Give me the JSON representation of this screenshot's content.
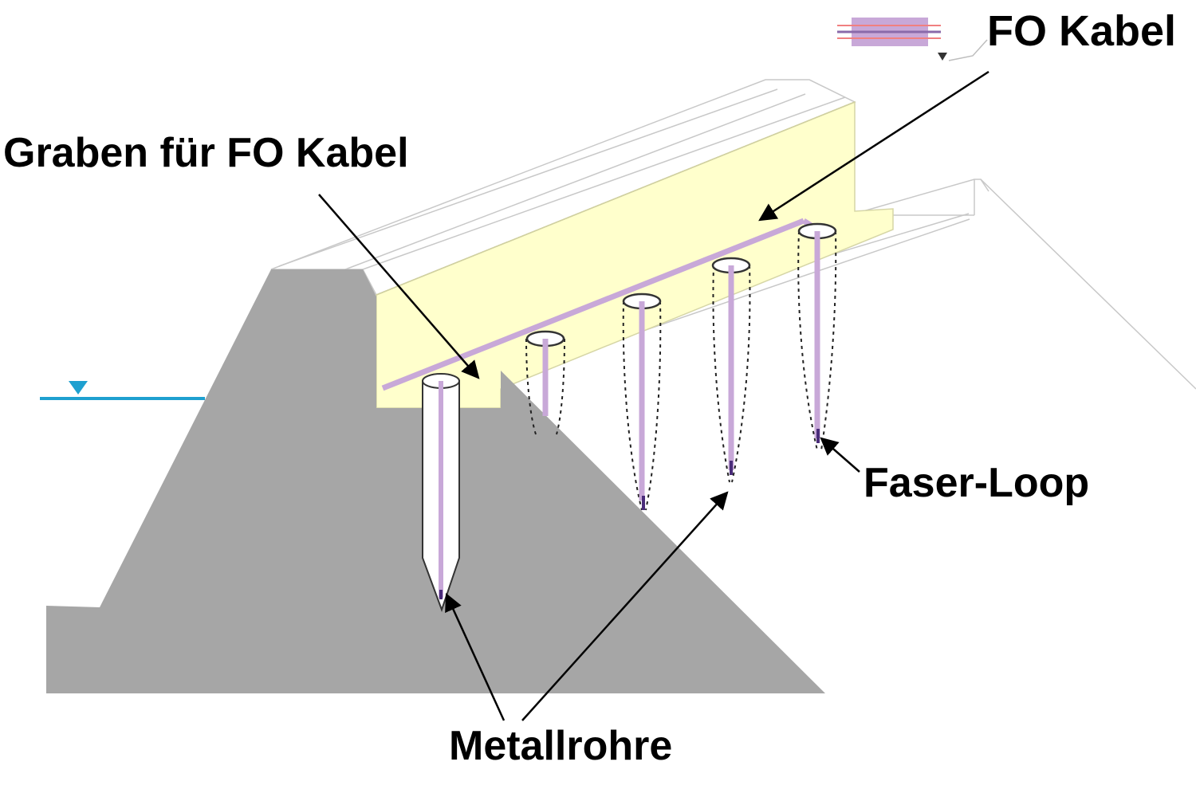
{
  "labels": {
    "fo_cable": "FO Kabel",
    "trench": "Graben für FO Kabel",
    "fiber_loop": "Faser-Loop",
    "metal_pipes": "Metallrohre"
  },
  "colors": {
    "dam_body": "#a6a6a6",
    "trench_fill": "#ffffcc",
    "fiber": "#c8a8d8",
    "fiber_dark": "#6a4c8a",
    "water": "#1ea0d0",
    "outline": "#c8c8c8",
    "arrow": "#000000"
  },
  "icons": {
    "water_level": "triangle-down-icon"
  }
}
